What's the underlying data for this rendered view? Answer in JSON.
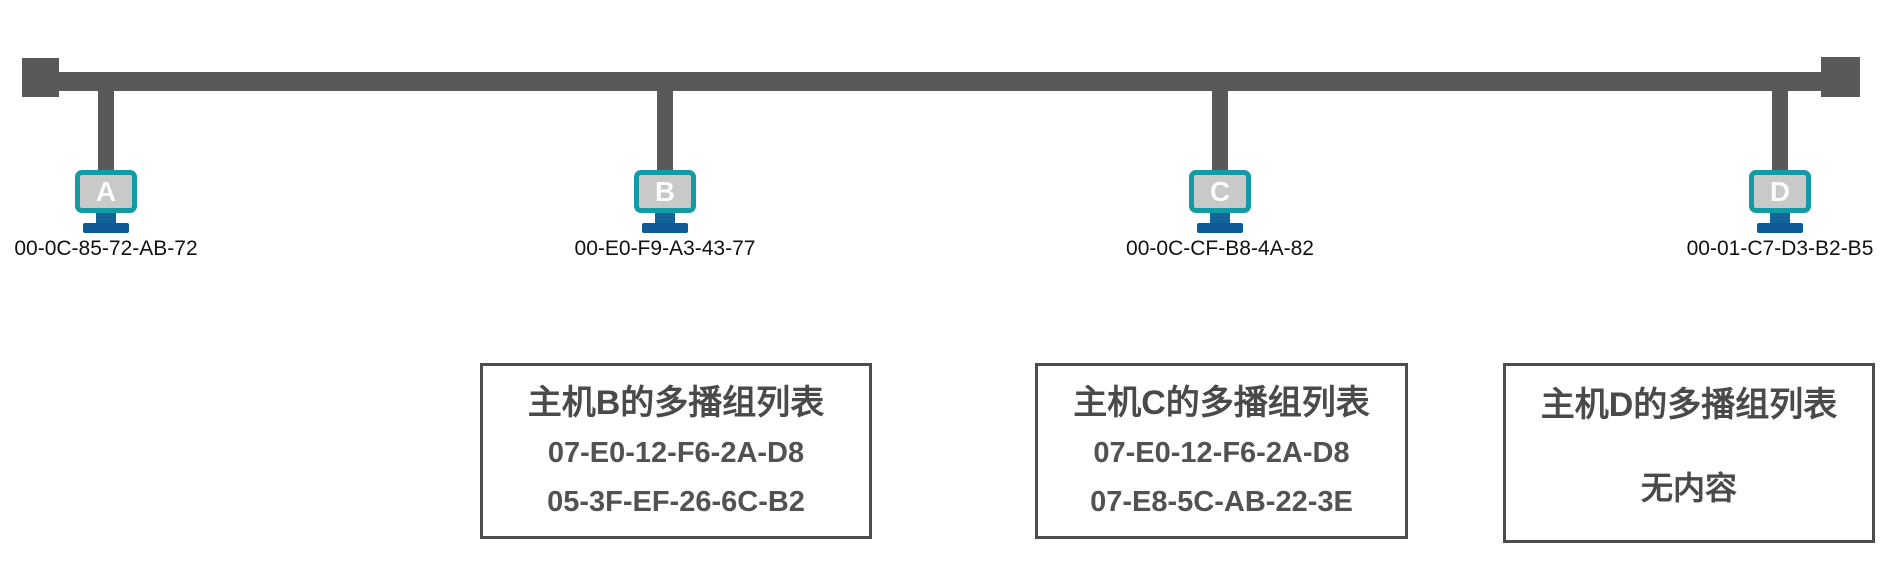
{
  "diagram": {
    "type": "ethernet-bus-multicast-topology"
  },
  "hosts": [
    {
      "letter": "A",
      "mac": "00-0C-85-72-AB-72"
    },
    {
      "letter": "B",
      "mac": "00-E0-F9-A3-43-77"
    },
    {
      "letter": "C",
      "mac": "00-0C-CF-B8-4A-82"
    },
    {
      "letter": "D",
      "mac": "00-01-C7-D3-B2-B5"
    }
  ],
  "multicast_lists": [
    {
      "host": "B",
      "title": "主机B的多播组列表",
      "entries": [
        "07-E0-12-F6-2A-D8",
        "05-3F-EF-26-6C-B2"
      ]
    },
    {
      "host": "C",
      "title": "主机C的多播组列表",
      "entries": [
        "07-E0-12-F6-2A-D8",
        "07-E8-5C-AB-22-3E"
      ]
    },
    {
      "host": "D",
      "title": "主机D的多播组列表",
      "entries": [
        "无内容"
      ]
    }
  ],
  "colors": {
    "bus_gray": "#595959",
    "monitor_teal": "#129ba4",
    "monitor_screen": "#c9c9c9",
    "stand_blue": "#0d5c97",
    "label_text": "#111111",
    "box_border": "#4d4d4d",
    "box_text": "#525252",
    "background": "#ffffff"
  }
}
